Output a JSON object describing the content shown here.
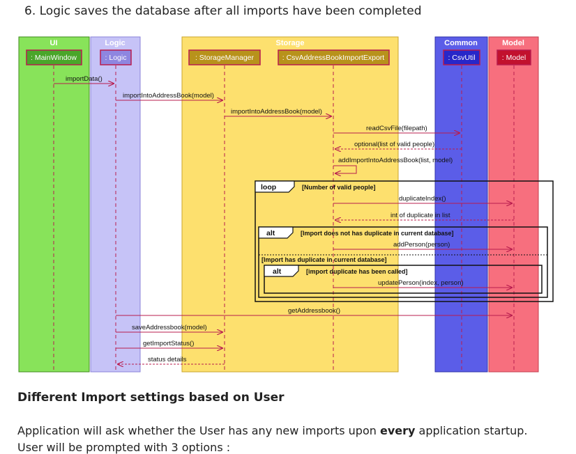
{
  "heading": "6. Logic saves the database after all imports have been completed",
  "diagram": {
    "boxes": {
      "ui": "UI",
      "logic": "Logic",
      "storage": "Storage",
      "common": "Common",
      "model": "Model"
    },
    "participants": {
      "mainwindow": ": MainWindow",
      "logic": ": Logic",
      "storagemanager": ": StorageManager",
      "csvimport": ": CsvAddressBookImportExport",
      "csvutil": ": CsvUtil",
      "model": ": Model"
    },
    "messages": {
      "m1": "importData()",
      "m2": "importIntoAddressBook(model)",
      "m3": "importIntoAddressBook(model)",
      "m4": "readCsvFile(filepath)",
      "m5": "optional(list of valid people)",
      "m6": "addImportIntoAddressBook(list, model)",
      "m7": "duplicateIndex()",
      "m8": "int of duplicate in list",
      "m9": "addPerson(person)",
      "m10": "updatePerson(index, person)",
      "m11": "getAddressbook()",
      "m12": "saveAddressbook(model)",
      "m13": "getImportStatus()",
      "m14": "status details"
    },
    "frames": {
      "loop_tag": "loop",
      "loop_guard": "[Number of valid people]",
      "alt1_tag": "alt",
      "alt1_guard": "[Import does not has duplicate in current database]",
      "alt1_else": "[Import has duplicate in current database]",
      "alt2_tag": "alt",
      "alt2_guard": "[import duplicate has been called]"
    },
    "colors": {
      "ui": "#88e35a",
      "logic": "#c6c3f7",
      "storage": "#fde06e",
      "common": "#5b5de8",
      "model": "#f76f7e",
      "arrow": "#b81c4e"
    }
  },
  "section_heading": "Different Import settings based on User",
  "paragraph": {
    "line1_before": "Application will ask whether the User has any new imports upon ",
    "line1_bold": "every",
    "line1_after": " application startup.",
    "line2": "User will be prompted with 3 options :"
  }
}
